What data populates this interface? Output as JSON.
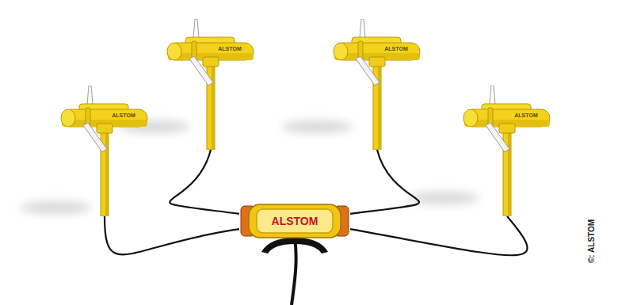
{
  "diagram": {
    "nodes": [
      {
        "text": [
          "ALSTOM"
        ]
      },
      {
        "text": [
          "ALSTOM"
        ]
      },
      {
        "text": [
          "ALSTOM"
        ]
      },
      {
        "text": [
          "ALSTOM"
        ]
      },
      {
        "text": [
          "ALSTOM"
        ]
      }
    ],
    "edges": [
      {
        "from": 0,
        "to": 4,
        "arrow": "none"
      },
      {
        "from": 1,
        "to": 4,
        "arrow": "none"
      },
      {
        "from": 2,
        "to": 4,
        "arrow": "none"
      },
      {
        "from": 3,
        "to": 4,
        "arrow": "none"
      }
    ],
    "labels": [
      "©: ALSTOM"
    ]
  }
}
